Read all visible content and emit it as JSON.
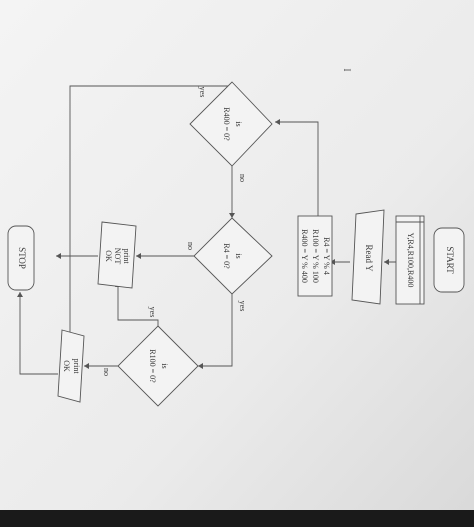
{
  "flowchart": {
    "start": "START",
    "declare": "Y,R4,R100,R400",
    "read": "Read Y",
    "compute": [
      "R4 = Y % 4",
      "R100 = Y % 100",
      "R400 = Y % 400"
    ],
    "dec_r400": [
      "is",
      "R400 = 0?"
    ],
    "dec_r4": [
      "is",
      "R4 = 0?"
    ],
    "dec_r100": [
      "is",
      "R100 = 0?"
    ],
    "print_not_ok": [
      "print",
      "NOT",
      "OK"
    ],
    "print_ok": [
      "print",
      "OK"
    ],
    "stop": "STOP",
    "labels": {
      "r400_yes": "yes",
      "r400_no": "no",
      "r4_no": "no",
      "r4_yes": "yes",
      "r100_yes": "yes",
      "r100_no": "no"
    },
    "stray_mark": "I"
  },
  "colors": {
    "paper": "#ececec",
    "background": "#1c1c1c",
    "ink": "#555555"
  }
}
